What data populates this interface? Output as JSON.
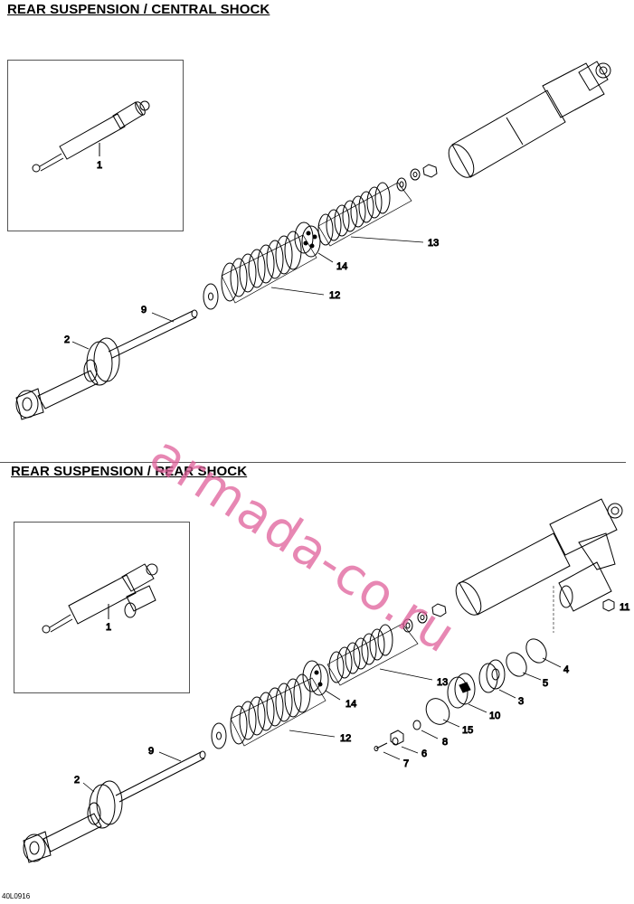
{
  "sections": {
    "central": {
      "title": "REAR SUSPENSION / CENTRAL SHOCK",
      "labels": {
        "inset": "1",
        "rod": "9",
        "body": "2",
        "spring_upper": "13",
        "spacer": "14",
        "spring_lower": "12"
      }
    },
    "rear": {
      "title": "REAR SUSPENSION / REAR SHOCK",
      "labels": {
        "inset": "1",
        "rod": "9",
        "body": "2",
        "spring_upper": "13",
        "spacer": "14",
        "spring_lower": "12",
        "nut": "11",
        "oring_large": "4",
        "oring_mid": "5",
        "cap": "3",
        "piston": "10",
        "oring_small": "15",
        "ring": "8",
        "valve": "6",
        "screw": "7"
      }
    }
  },
  "watermark": "armada-co.ru",
  "footer_code": "40L0916",
  "colors": {
    "line": "#000000",
    "watermark": "#e0609a"
  }
}
